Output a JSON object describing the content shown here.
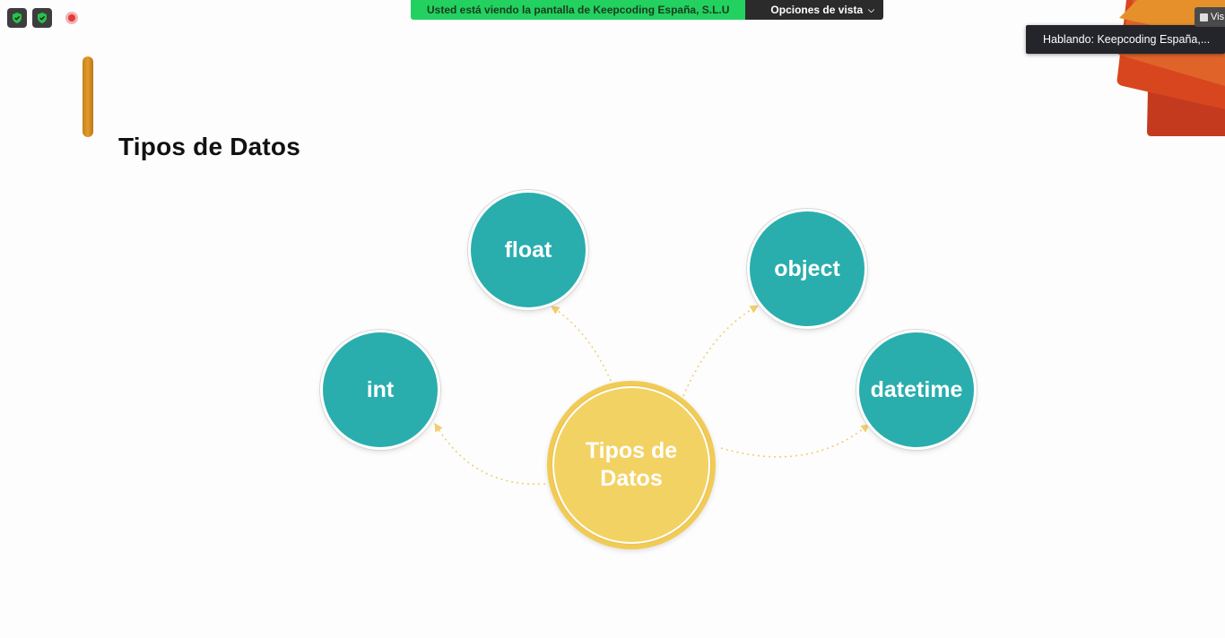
{
  "overlay": {
    "share_banner": "Usted está viendo la pantalla de Keepcoding España, S.L.U",
    "view_options": "Opciones de vista",
    "speaking": "Hablando: Keepcoding España,...",
    "vis_label": "Vis",
    "icons": [
      "shield-check-icon",
      "shield-check-icon",
      "record-icon",
      "chevron-down-icon",
      "calendar-icon"
    ]
  },
  "slide": {
    "title": "Tipos de Datos",
    "center_label": "Tipos de Datos",
    "nodes": [
      "float",
      "object",
      "int",
      "datetime"
    ],
    "colors": {
      "bubble": "#2aadad",
      "center": "#f3d264",
      "accent_bar": "#e19a2b",
      "arrow": "#f0cf6e"
    }
  }
}
